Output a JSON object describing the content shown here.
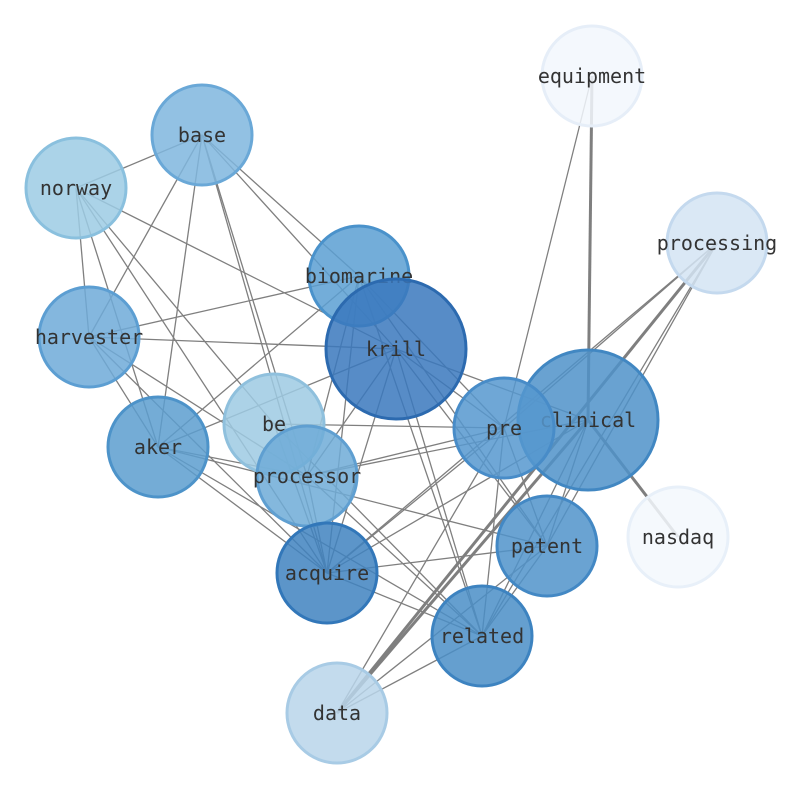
{
  "colors": {
    "edge": "#7f7f7f",
    "label": "#333333"
  },
  "nodes": [
    {
      "id": "equipment",
      "label": "equipment",
      "color": "#f2f7fd",
      "stroke": "#e6eef8"
    },
    {
      "id": "base",
      "label": "base",
      "color": "#7fb6de",
      "stroke": "#6aa8d7"
    },
    {
      "id": "norway",
      "label": "norway",
      "color": "#9ccbe4",
      "stroke": "#8ac0de"
    },
    {
      "id": "processing",
      "label": "processing",
      "color": "#d4e4f3",
      "stroke": "#c4d9ee"
    },
    {
      "id": "biomarine",
      "label": "biomarine",
      "color": "#5b9fd2",
      "stroke": "#4a92cb"
    },
    {
      "id": "harvester",
      "label": "harvester",
      "color": "#6eaad8",
      "stroke": "#5c9ed2"
    },
    {
      "id": "krill",
      "label": "krill",
      "color": "#3a78bd",
      "stroke": "#2c6aaf"
    },
    {
      "id": "clinical",
      "label": "clinical",
      "color": "#4f92c9",
      "stroke": "#4187c2"
    },
    {
      "id": "pre",
      "label": "pre",
      "color": "#5698cf",
      "stroke": "#488cc8"
    },
    {
      "id": "be",
      "label": "be",
      "color": "#9ecae3",
      "stroke": "#8fc0dd"
    },
    {
      "id": "aker",
      "label": "aker",
      "color": "#5c9ecf",
      "stroke": "#4d93c9"
    },
    {
      "id": "processor",
      "label": "processor",
      "color": "#6eabd7",
      "stroke": "#5f9fd1"
    },
    {
      "id": "nasdaq",
      "label": "nasdaq",
      "color": "#f3f8fd",
      "stroke": "#e8f0f9"
    },
    {
      "id": "patent",
      "label": "patent",
      "color": "#5093ca",
      "stroke": "#4388c4"
    },
    {
      "id": "acquire",
      "label": "acquire",
      "color": "#3f83c0",
      "stroke": "#3277b9"
    },
    {
      "id": "related",
      "label": "related",
      "color": "#4a8ec7",
      "stroke": "#3d83c0"
    },
    {
      "id": "data",
      "label": "data",
      "color": "#b9d5ea",
      "stroke": "#a8cbe5"
    }
  ],
  "edges": [
    [
      "base",
      "norway"
    ],
    [
      "base",
      "harvester"
    ],
    [
      "base",
      "aker"
    ],
    [
      "base",
      "biomarine"
    ],
    [
      "base",
      "krill"
    ],
    [
      "base",
      "processor"
    ],
    [
      "base",
      "acquire"
    ],
    [
      "norway",
      "harvester"
    ],
    [
      "norway",
      "krill"
    ],
    [
      "norway",
      "aker"
    ],
    [
      "norway",
      "acquire"
    ],
    [
      "norway",
      "be"
    ],
    [
      "harvester",
      "biomarine"
    ],
    [
      "harvester",
      "krill"
    ],
    [
      "harvester",
      "aker"
    ],
    [
      "harvester",
      "acquire"
    ],
    [
      "harvester",
      "processor"
    ],
    [
      "biomarine",
      "aker"
    ],
    [
      "biomarine",
      "pre"
    ],
    [
      "biomarine",
      "patent"
    ],
    [
      "biomarine",
      "related"
    ],
    [
      "biomarine",
      "acquire"
    ],
    [
      "biomarine",
      "processor"
    ],
    [
      "krill",
      "clinical"
    ],
    [
      "krill",
      "pre"
    ],
    [
      "krill",
      "patent"
    ],
    [
      "krill",
      "related"
    ],
    [
      "krill",
      "acquire"
    ],
    [
      "krill",
      "aker"
    ],
    [
      "krill",
      "processor"
    ],
    [
      "aker",
      "acquire"
    ],
    [
      "aker",
      "related"
    ],
    [
      "aker",
      "patent"
    ],
    [
      "aker",
      "processor"
    ],
    [
      "be",
      "pre"
    ],
    [
      "be",
      "acquire"
    ],
    [
      "be",
      "related"
    ],
    [
      "processor",
      "pre"
    ],
    [
      "processor",
      "clinical"
    ],
    [
      "processor",
      "acquire"
    ],
    [
      "processor",
      "related"
    ],
    [
      "acquire",
      "pre"
    ],
    [
      "acquire",
      "clinical"
    ],
    [
      "acquire",
      "patent"
    ],
    [
      "acquire",
      "related"
    ],
    [
      "pre",
      "patent"
    ],
    [
      "pre",
      "related"
    ],
    [
      "pre",
      "equipment"
    ],
    [
      "pre",
      "data"
    ],
    [
      "clinical",
      "patent"
    ],
    [
      "clinical",
      "related"
    ],
    [
      "clinical",
      "data",
      "heavy"
    ],
    [
      "clinical",
      "equipment",
      "heavy"
    ],
    [
      "clinical",
      "nasdaq",
      "heavy"
    ],
    [
      "processing",
      "related"
    ],
    [
      "processing",
      "patent"
    ],
    [
      "processing",
      "data",
      "heavy"
    ],
    [
      "processing",
      "acquire"
    ],
    [
      "processing",
      "pre"
    ],
    [
      "patent",
      "related"
    ],
    [
      "related",
      "data"
    ],
    [
      "patent",
      "data"
    ]
  ]
}
